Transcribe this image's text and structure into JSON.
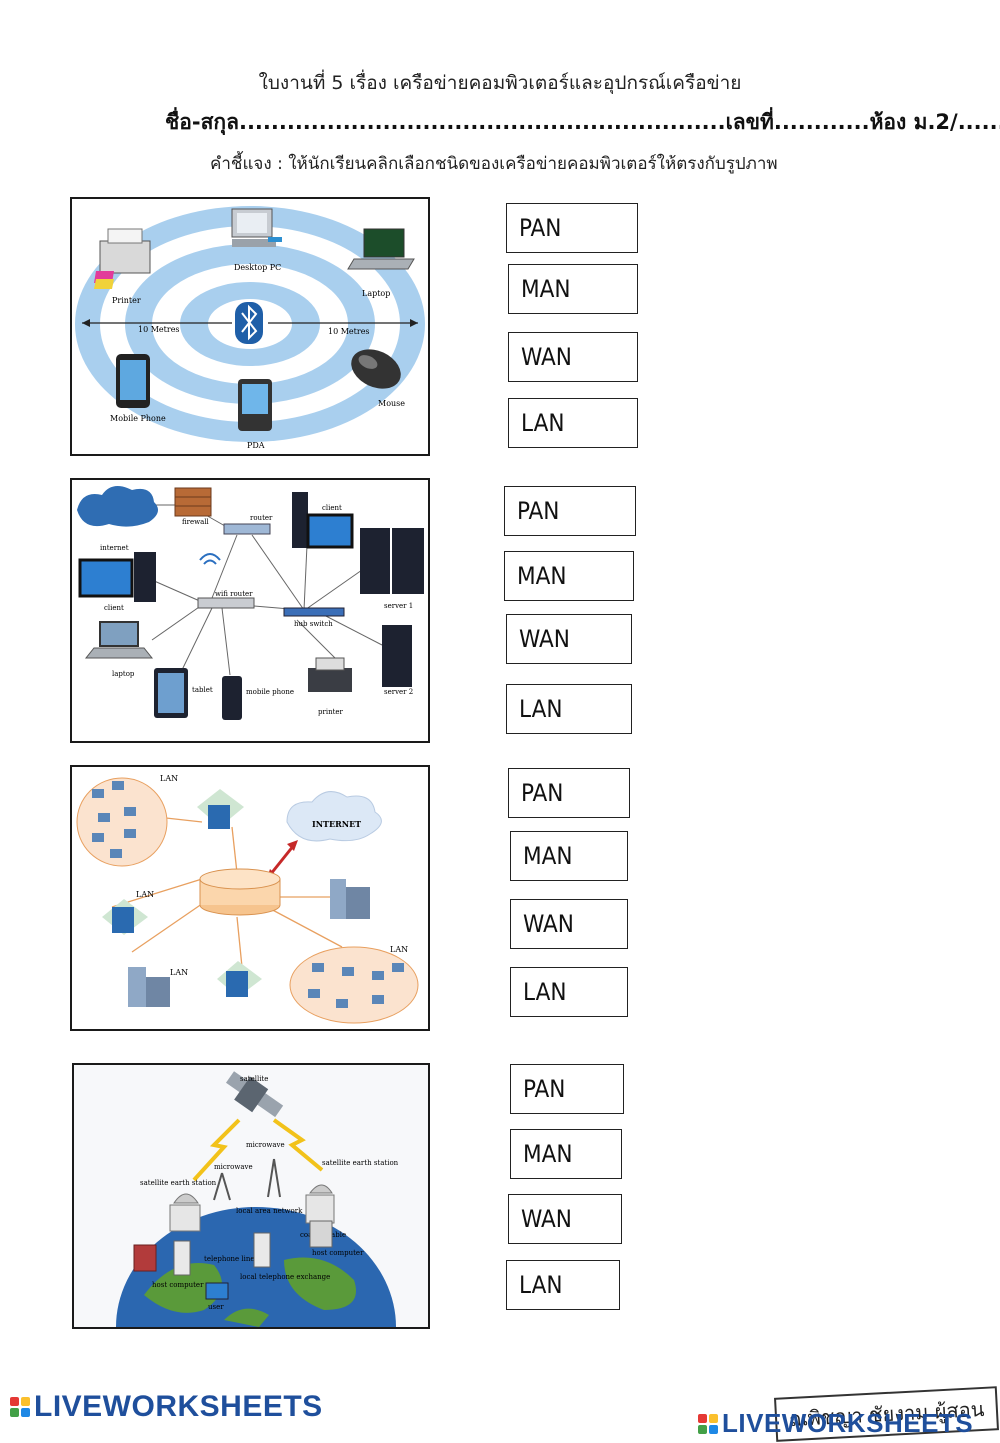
{
  "header": {
    "title": "ใบงานที่ 5 เรื่อง เครือข่ายคอมพิวเตอร์และอุปกรณ์เครือข่าย",
    "name_line": "ชื่อ-สกุล.............................................................เลขที่............ห้อง ม.2/...........",
    "instruction": "คำชี้แจง : ให้นักเรียนคลิกเลือกชนิดของเครือข่ายคอมพิวเตอร์ให้ตรงกับรูปภาพ"
  },
  "questions": [
    {
      "image_labels": {
        "desktop": "Desktop PC",
        "printer": "Printer",
        "laptop": "Laptop",
        "left_range": "10 Metres",
        "right_range": "10 Metres",
        "phone": "Mobile Phone",
        "pda": "PDA",
        "mouse": "Mouse"
      },
      "options": [
        "PAN",
        "MAN",
        "WAN",
        "LAN"
      ]
    },
    {
      "image_labels": {
        "firewall": "firewall",
        "router": "router",
        "client_top": "client",
        "internet": "internet",
        "client_left": "client",
        "wifi": "wifi router",
        "switch": "hub switch",
        "server1": "server 1",
        "laptop": "laptop",
        "tablet": "tablet",
        "mobile": "mobile phone",
        "printer": "printer",
        "server2": "server 2"
      },
      "options": [
        "PAN",
        "MAN",
        "WAN",
        "LAN"
      ]
    },
    {
      "image_labels": {
        "lan1": "LAN",
        "internet": "INTERNET",
        "lan2": "LAN",
        "lan3": "LAN",
        "lan4": "LAN"
      },
      "options": [
        "PAN",
        "MAN",
        "WAN",
        "LAN"
      ]
    },
    {
      "image_labels": {
        "satellite": "satellite",
        "microwave_top": "microwave",
        "microwave_left": "microwave",
        "earth_left": "satellite earth station",
        "earth_right": "satellite earth station",
        "local_area": "local area network",
        "coaxial": "coaxial cable",
        "host_right": "host computer",
        "host_left": "host computer",
        "telephone": "telephone lines",
        "exchange": "local telephone exchange",
        "user": "user"
      },
      "options": [
        "PAN",
        "MAN",
        "WAN",
        "LAN"
      ]
    }
  ],
  "footer": {
    "brand_left": "LIVEWORKSHEETS",
    "brand_right": "LIVEWORKSHEETS",
    "stamp": "ณพิชญา ชัยงาม ผู้สอน"
  }
}
